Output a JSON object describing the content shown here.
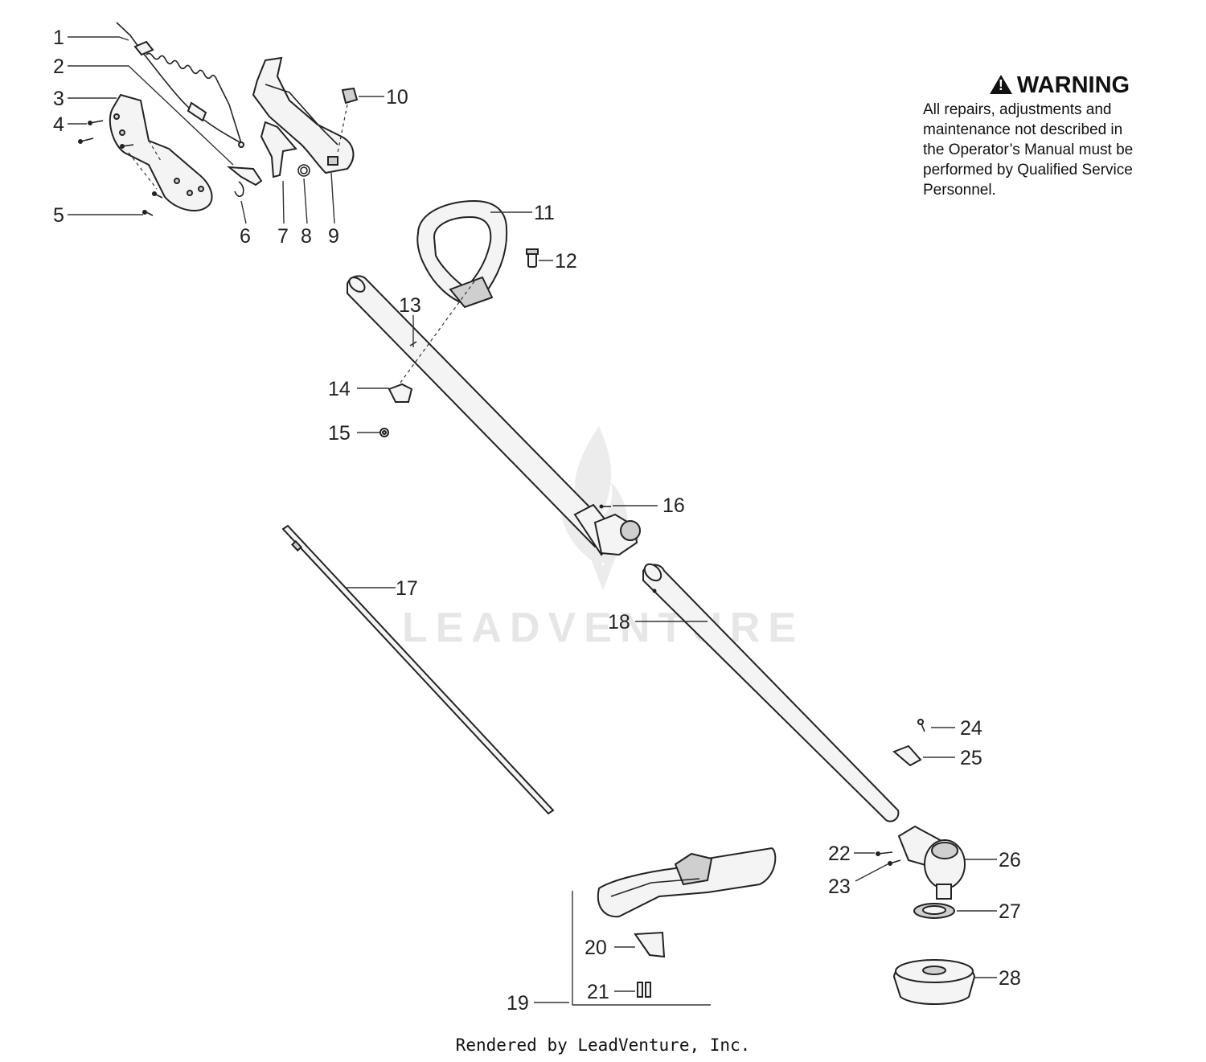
{
  "warning": {
    "title": "WARNING",
    "text": "All repairs, adjustments and\nmaintenance not described in\nthe Operator’s Manual must be\nperformed by Qualified Service\nPersonnel."
  },
  "watermark": "LEADVENTURE",
  "credit": "Rendered by LeadVenture, Inc.",
  "callouts": {
    "c1": "1",
    "c2": "2",
    "c3": "3",
    "c4": "4",
    "c5": "5",
    "c6": "6",
    "c7": "7",
    "c8": "8",
    "c9": "9",
    "c10": "10",
    "c11": "11",
    "c12": "12",
    "c13": "13",
    "c14": "14",
    "c15": "15",
    "c16": "16",
    "c17": "17",
    "c18": "18",
    "c19": "19",
    "c20": "20",
    "c21": "21",
    "c22": "22",
    "c23": "23",
    "c24": "24",
    "c25": "25",
    "c26": "26",
    "c27": "27",
    "c28": "28"
  }
}
